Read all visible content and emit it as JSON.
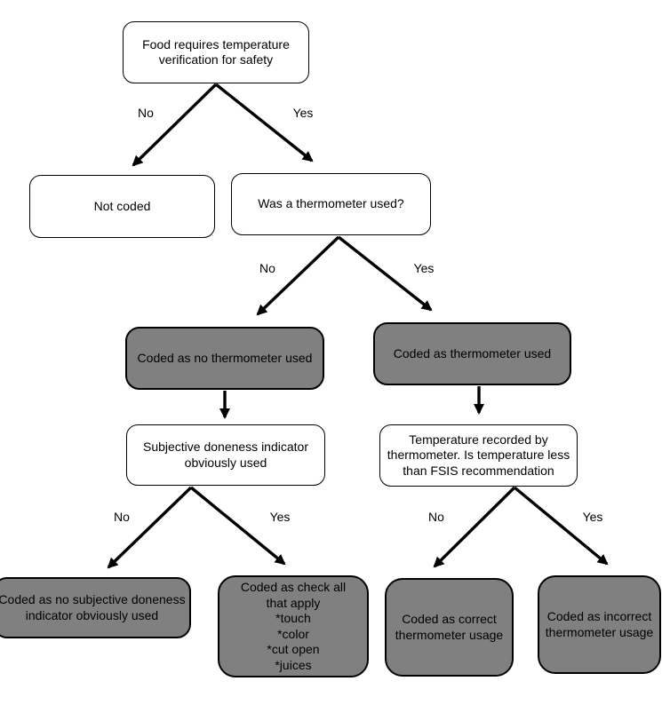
{
  "diagram": {
    "type": "decision-tree-flowchart",
    "colors": {
      "node_fill_white": "#ffffff",
      "node_fill_gray": "#808080",
      "border": "#000000",
      "arrow": "#000000",
      "text": "#000000"
    },
    "nodes": [
      {
        "id": "root",
        "variant": "white",
        "label": "Food requires temperature\nverification for safety"
      },
      {
        "id": "not-coded",
        "variant": "white",
        "label": "Not coded"
      },
      {
        "id": "thermometer-question",
        "variant": "white",
        "label": "Was a thermometer used?"
      },
      {
        "id": "coded-no-thermometer",
        "variant": "gray",
        "label": "Coded as no thermometer used"
      },
      {
        "id": "coded-thermometer",
        "variant": "gray",
        "label": "Coded as thermometer used"
      },
      {
        "id": "subjective-indicator",
        "variant": "white",
        "label": "Subjective doneness indicator\nobviously used"
      },
      {
        "id": "temperature-recorded",
        "variant": "white",
        "label": "Temperature recorded by\nthermometer. Is temperature less\nthan FSIS recommendation"
      },
      {
        "id": "coded-no-subjective",
        "variant": "gray",
        "label": "Coded as no subjective doneness\nindicator obviously used"
      },
      {
        "id": "coded-check-all",
        "variant": "gray",
        "label": "Coded as check all\nthat apply\n*touch\n*color\n*cut open\n*juices"
      },
      {
        "id": "coded-correct",
        "variant": "gray",
        "label": "Coded as correct\nthermometer usage"
      },
      {
        "id": "coded-incorrect",
        "variant": "gray",
        "label": "Coded as incorrect\nthermometer usage"
      }
    ],
    "edge_labels": [
      {
        "label": "No"
      },
      {
        "label": "Yes"
      },
      {
        "label": "No"
      },
      {
        "label": "Yes"
      },
      {
        "label": "No"
      },
      {
        "label": "Yes"
      },
      {
        "label": "No"
      },
      {
        "label": "Yes"
      }
    ]
  }
}
